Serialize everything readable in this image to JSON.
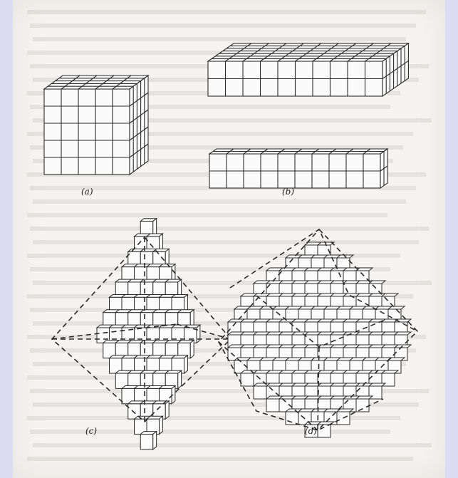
{
  "figure": {
    "panels": [
      {
        "id": "a",
        "caption": "(a)"
      },
      {
        "id": "b",
        "caption": "(b)"
      },
      {
        "id": "c",
        "caption": "(c)"
      },
      {
        "id": "d",
        "caption": "(d)"
      }
    ]
  },
  "colors": {
    "frame": "#dcdcf2",
    "paper": "#f5f4f1",
    "ink": "#2a2a2a",
    "bleed_through": "#b9b6b0"
  }
}
